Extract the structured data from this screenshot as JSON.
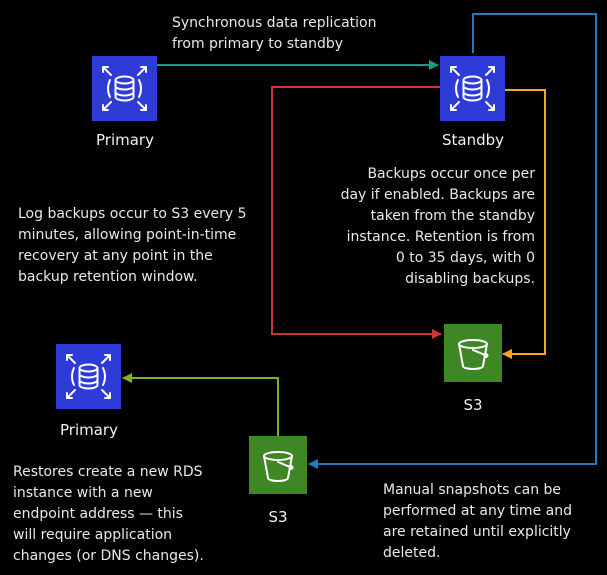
{
  "colors": {
    "background": "#000000",
    "rds_icon": "#2e3bd6",
    "s3_icon": "#3f8624",
    "replication_arrow": "#1a9c84",
    "backup_red_arrow": "#d13238",
    "backup_orange_arrow": "#f5a623",
    "snapshot_blue_arrow": "#1f7cc4",
    "restore_green_arrow": "#7ab51d"
  },
  "nodes": {
    "primary_top": {
      "label": "Primary",
      "icon": "rds-database-icon"
    },
    "standby": {
      "label": "Standby",
      "icon": "rds-database-icon"
    },
    "s3_backup": {
      "label": "S3",
      "icon": "s3-bucket-icon"
    },
    "primary_restored": {
      "label": "Primary",
      "icon": "rds-database-icon"
    },
    "s3_snapshot": {
      "label": "S3",
      "icon": "s3-bucket-icon"
    }
  },
  "notes": {
    "replication": "Synchronous data replication\nfrom primary to standby",
    "backups": "Backups occur once per\nday if enabled. Backups are\ntaken from the standby\ninstance. Retention is from\n0 to 35 days, with 0\ndisabling backups.",
    "log_backups": "Log backups occur to S3 every 5\nminutes, allowing point-in-time\nrecovery at any point in the\nbackup retention window.",
    "restores": "Restores create a new RDS\ninstance with a new\nendpoint address — this\nwill require application\nchanges (or DNS changes).",
    "snapshots": "Manual snapshots can be\nperformed at any time and\nare retained until explicitly\ndeleted."
  }
}
